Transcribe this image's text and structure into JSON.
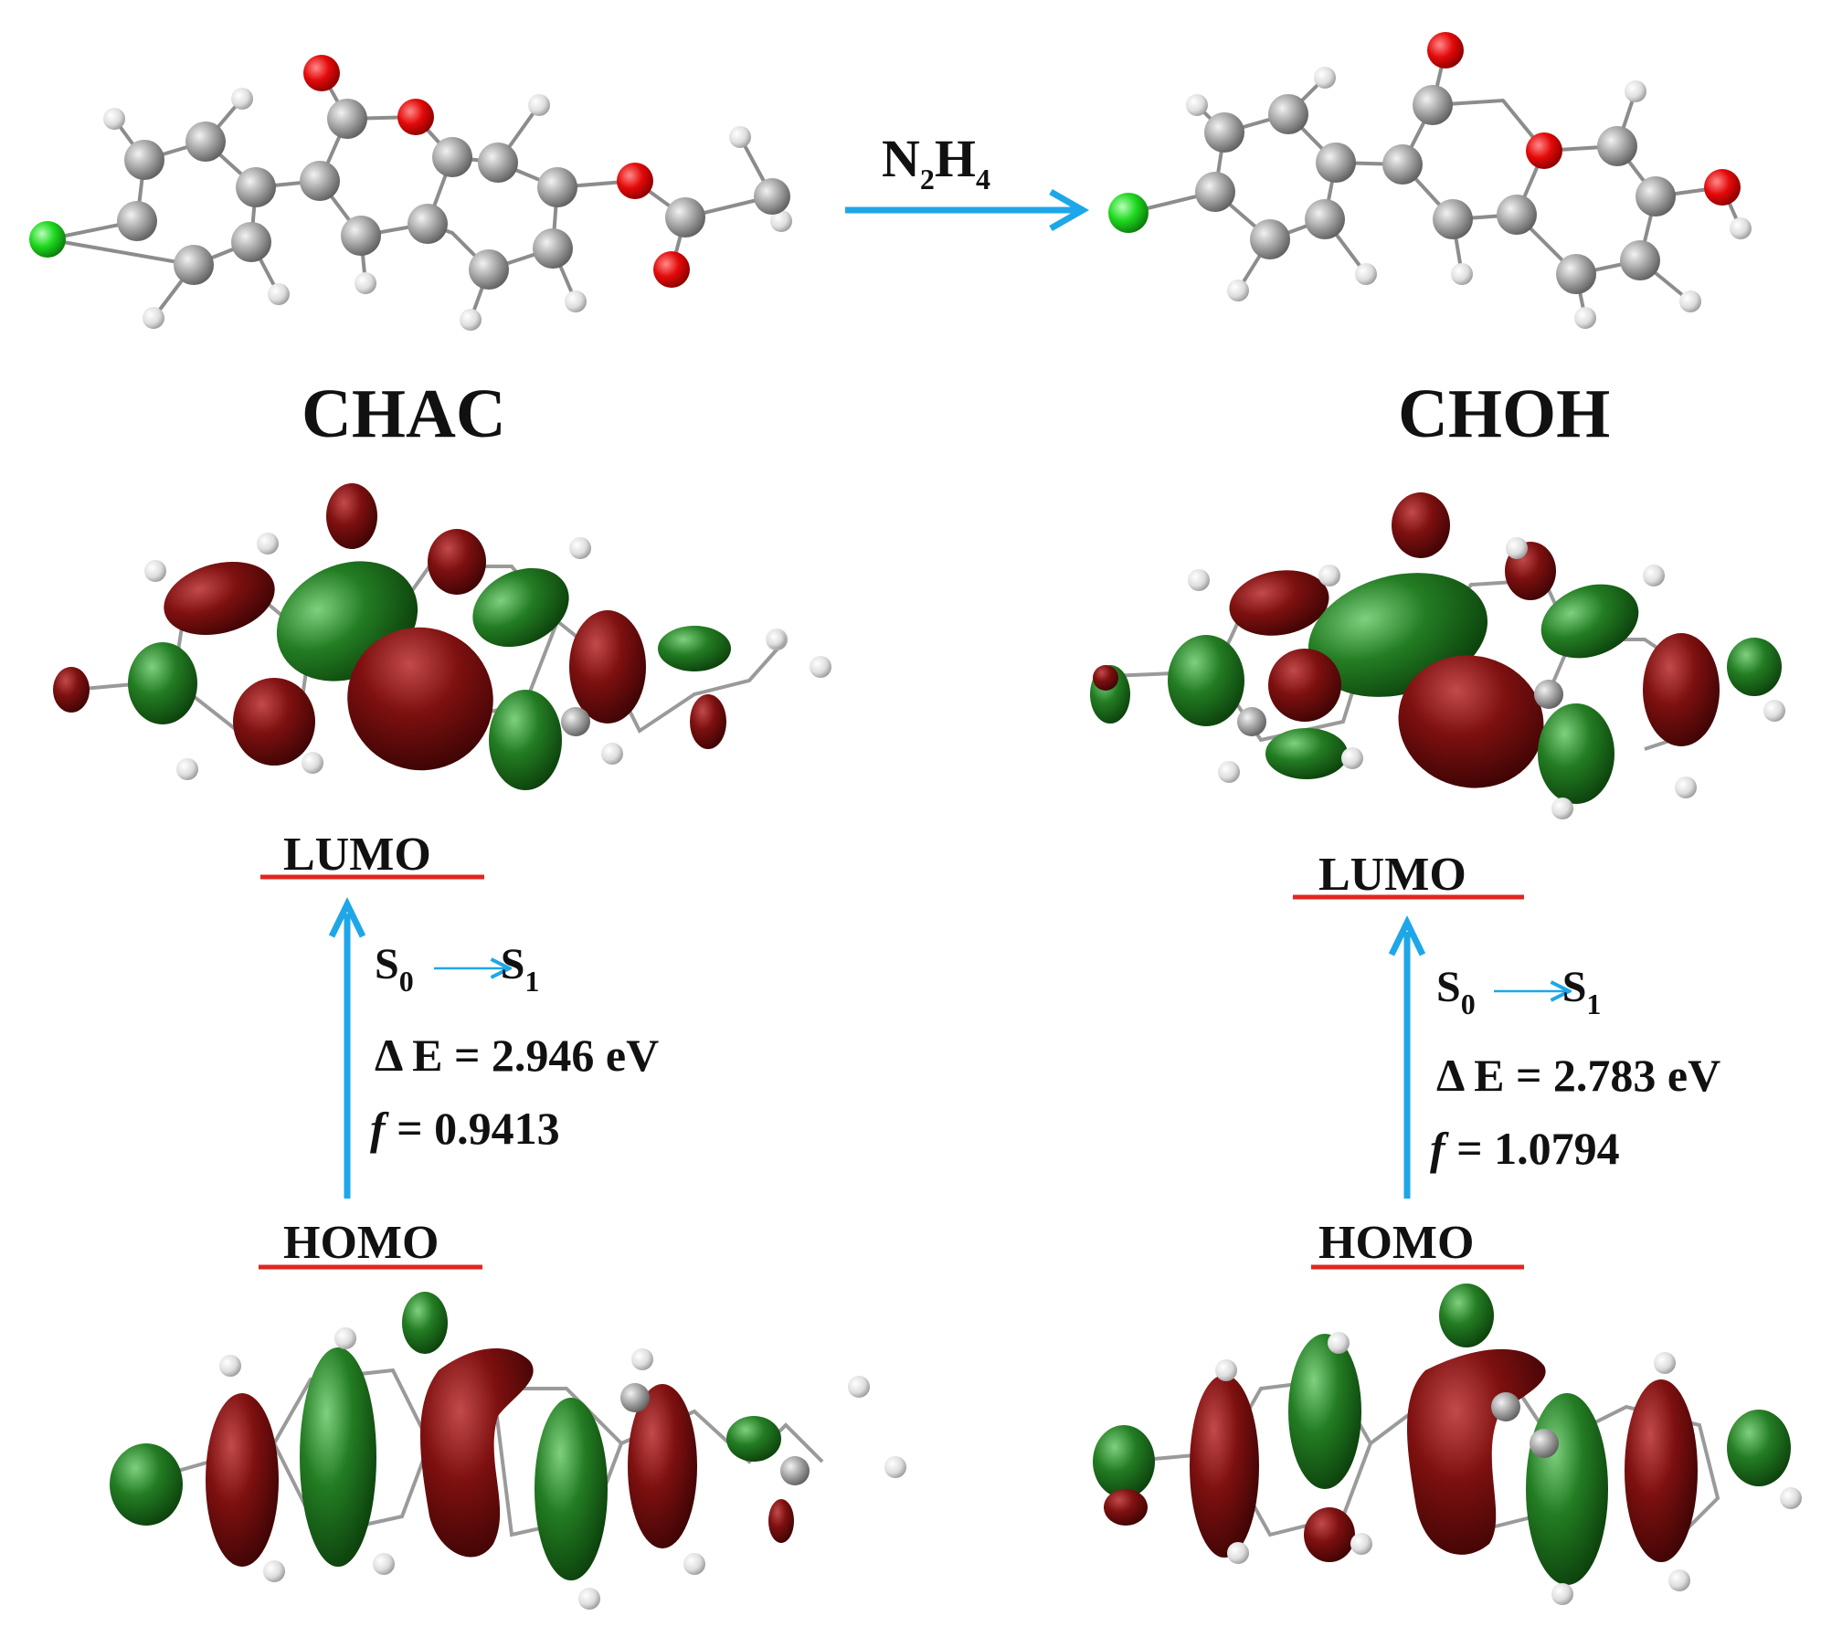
{
  "reaction": {
    "reactant": "CHAC",
    "product": "CHOH",
    "reagent": {
      "main": "N",
      "sub1": "2",
      "mid": "H",
      "sub2": "4"
    }
  },
  "panels": [
    {
      "molecule": "CHAC",
      "lumo_label": "LUMO",
      "homo_label": "HOMO",
      "transition": {
        "from": "S",
        "from_sub": "0",
        "to": "S",
        "to_sub": "1"
      },
      "energy": "Δ E = 2.946 eV",
      "osc_symbol": "f",
      "osc_value": " = 0.9413"
    },
    {
      "molecule": "CHOH",
      "lumo_label": "LUMO",
      "homo_label": "HOMO",
      "transition": {
        "from": "S",
        "from_sub": "0",
        "to": "S",
        "to_sub": "1"
      },
      "energy": "Δ E =  2.783 eV",
      "osc_symbol": "f",
      "osc_value": " = 1.0794"
    }
  ],
  "colors": {
    "arrow": "#1ea7e8",
    "level_line": "#e0261f",
    "carbon": "#9b9b9b",
    "hydrogen": "#e6e6e6",
    "oxygen": "#e8080c",
    "chlorine": "#1ee21e",
    "lobe_red": "#7a0e0e",
    "lobe_green": "#1f7a1f"
  }
}
